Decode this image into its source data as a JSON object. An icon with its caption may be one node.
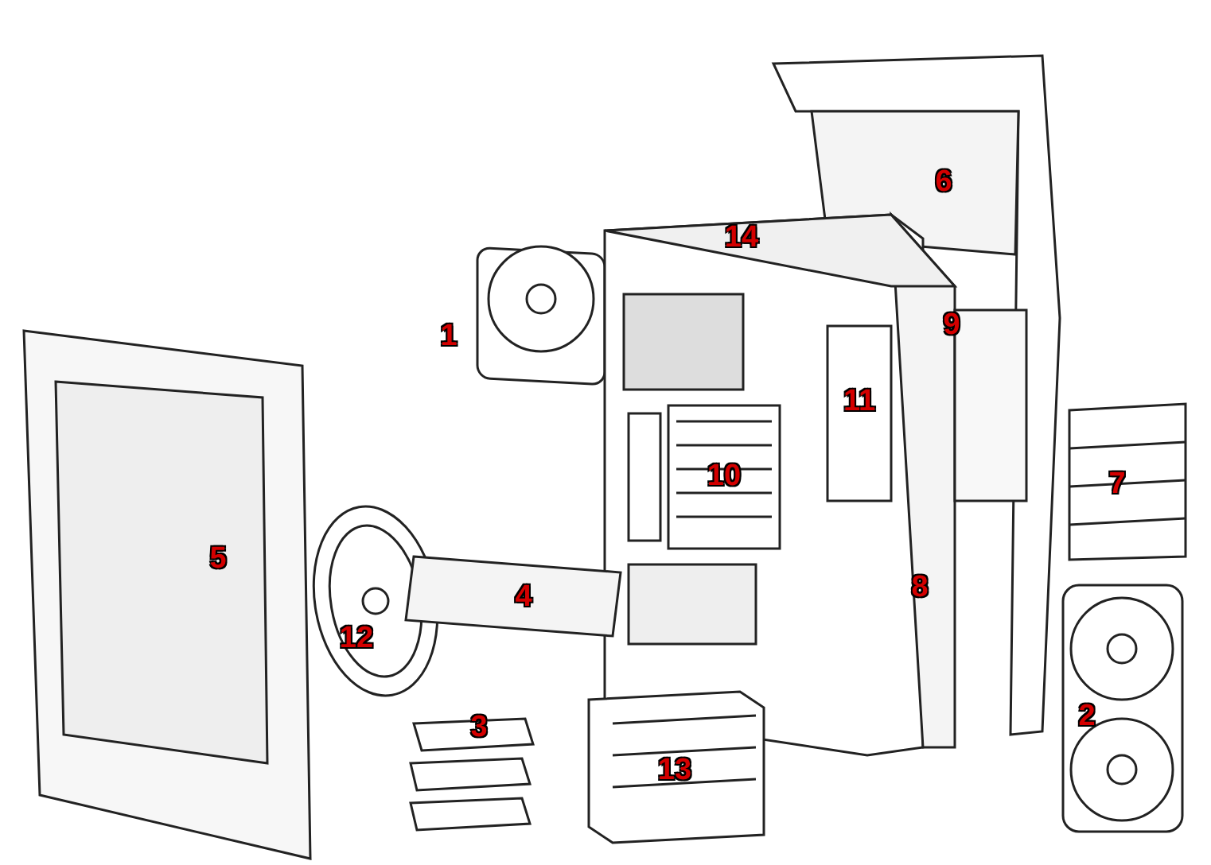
{
  "diagram": {
    "labels": [
      "6",
      "14",
      "9",
      "1",
      "11",
      "7",
      "10",
      "5",
      "4",
      "8",
      "12",
      "2",
      "3",
      "13"
    ]
  }
}
